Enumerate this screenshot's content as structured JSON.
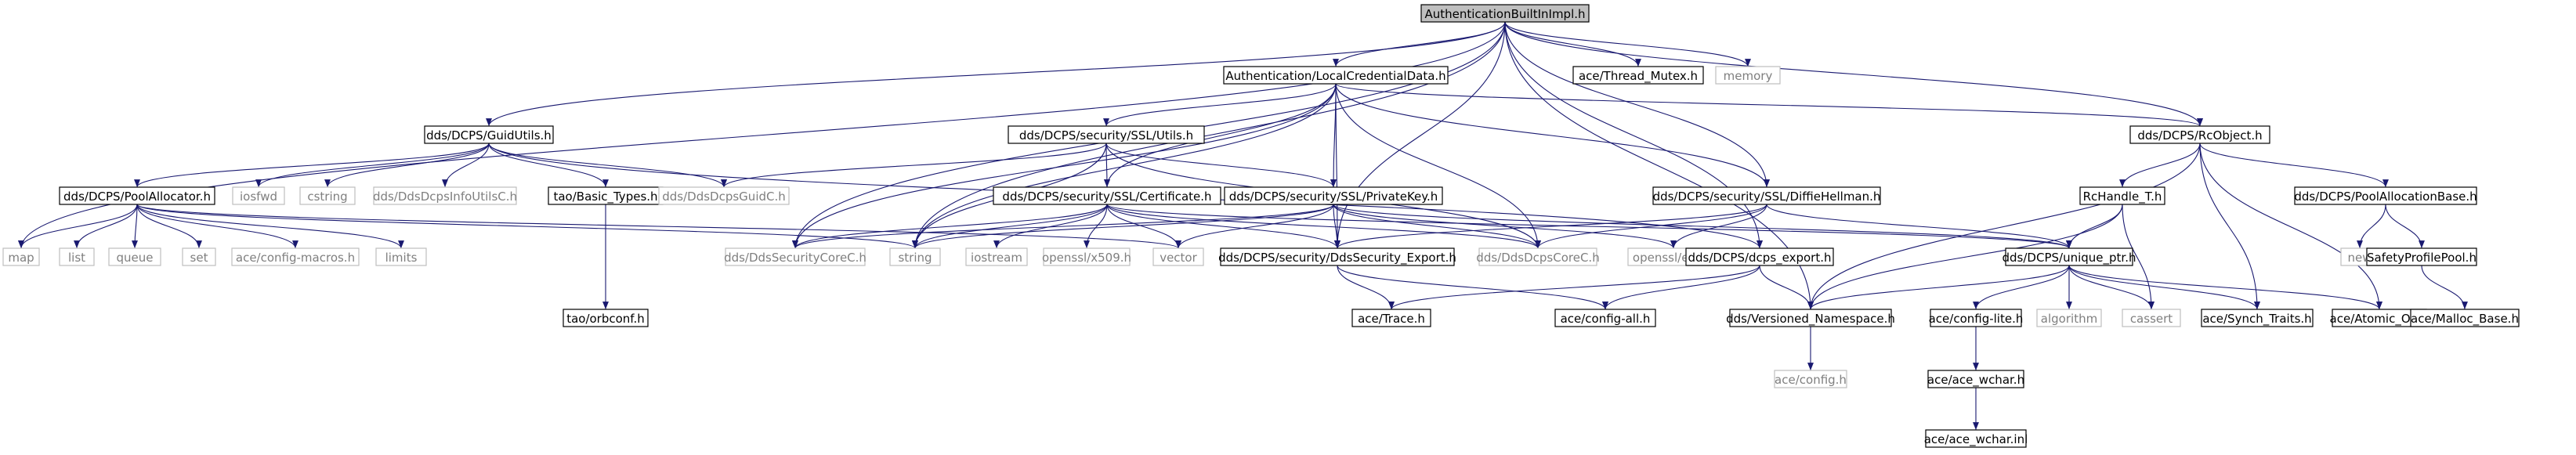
{
  "colors": {
    "edge": "#191970",
    "node_border": "#000000",
    "node_fill": "#ffffff",
    "root_fill": "#bfbfbf",
    "external_border": "#bfbfbf",
    "external_text": "#7f7f7f"
  },
  "nodes": [
    {
      "id": "root",
      "label": "AuthenticationBuiltInImpl.h",
      "kind": "root"
    },
    {
      "id": "lcd",
      "label": "Authentication/LocalCredentialData.h",
      "kind": "header"
    },
    {
      "id": "thread_mutex",
      "label": "ace/Thread_Mutex.h",
      "kind": "header"
    },
    {
      "id": "memory",
      "label": "memory",
      "kind": "external"
    },
    {
      "id": "guidutils",
      "label": "dds/DCPS/GuidUtils.h",
      "kind": "header"
    },
    {
      "id": "sslutils",
      "label": "dds/DCPS/security/SSL/Utils.h",
      "kind": "header"
    },
    {
      "id": "rcobject",
      "label": "dds/DCPS/RcObject.h",
      "kind": "header"
    },
    {
      "id": "poolalloc",
      "label": "dds/DCPS/PoolAllocator.h",
      "kind": "header"
    },
    {
      "id": "iosfwd",
      "label": "iosfwd",
      "kind": "external"
    },
    {
      "id": "cstring",
      "label": "cstring",
      "kind": "external"
    },
    {
      "id": "infoutils",
      "label": "dds/DdsDcpsInfoUtilsC.h",
      "kind": "external"
    },
    {
      "id": "basictypes",
      "label": "tao/Basic_Types.h",
      "kind": "header"
    },
    {
      "id": "certificate",
      "label": "dds/DCPS/security/SSL/Certificate.h",
      "kind": "header"
    },
    {
      "id": "privatekey",
      "label": "dds/DCPS/security/SSL/PrivateKey.h",
      "kind": "header"
    },
    {
      "id": "diffie",
      "label": "dds/DCPS/security/SSL/DiffieHellman.h",
      "kind": "header"
    },
    {
      "id": "rchandle",
      "label": "RcHandle_T.h",
      "kind": "header"
    },
    {
      "id": "poolallocbase",
      "label": "dds/DCPS/PoolAllocationBase.h",
      "kind": "header"
    },
    {
      "id": "map",
      "label": "map",
      "kind": "external"
    },
    {
      "id": "list",
      "label": "list",
      "kind": "external"
    },
    {
      "id": "queue",
      "label": "queue",
      "kind": "external"
    },
    {
      "id": "set",
      "label": "set",
      "kind": "external"
    },
    {
      "id": "configmacros",
      "label": "ace/config-macros.h",
      "kind": "external"
    },
    {
      "id": "limits",
      "label": "limits",
      "kind": "external"
    },
    {
      "id": "ddssecuritycore",
      "label": "dds/DdsSecurityCoreC.h",
      "kind": "external"
    },
    {
      "id": "string",
      "label": "string",
      "kind": "external"
    },
    {
      "id": "iostream",
      "label": "iostream",
      "kind": "external"
    },
    {
      "id": "x509",
      "label": "openssl/x509.h",
      "kind": "external"
    },
    {
      "id": "vector",
      "label": "vector",
      "kind": "external"
    },
    {
      "id": "secexport",
      "label": "dds/DCPS/security/DdsSecurity_Export.h",
      "kind": "header"
    },
    {
      "id": "dcpscore",
      "label": "dds/DdsDcpsCoreC.h",
      "kind": "external"
    },
    {
      "id": "evp",
      "label": "openssl/evp.h",
      "kind": "external"
    },
    {
      "id": "dcpsexport",
      "label": "dds/DCPS/dcps_export.h",
      "kind": "header"
    },
    {
      "id": "uniqueptr",
      "label": "dds/DCPS/unique_ptr.h",
      "kind": "header"
    },
    {
      "id": "ddsguid",
      "label": "dds/DdsDcpsGuidC.h",
      "kind": "external"
    },
    {
      "id": "orbconf",
      "label": "tao/orbconf.h",
      "kind": "header"
    },
    {
      "id": "new",
      "label": "new",
      "kind": "external"
    },
    {
      "id": "safetypool",
      "label": "SafetyProfilePool.h",
      "kind": "header"
    },
    {
      "id": "trace",
      "label": "ace/Trace.h",
      "kind": "header"
    },
    {
      "id": "configall",
      "label": "ace/config-all.h",
      "kind": "header"
    },
    {
      "id": "versioned",
      "label": "dds/Versioned_Namespace.h",
      "kind": "header"
    },
    {
      "id": "configlite",
      "label": "ace/config-lite.h",
      "kind": "header"
    },
    {
      "id": "algorithm",
      "label": "algorithm",
      "kind": "external"
    },
    {
      "id": "cassert",
      "label": "cassert",
      "kind": "external"
    },
    {
      "id": "synchtraits",
      "label": "ace/Synch_Traits.h",
      "kind": "header"
    },
    {
      "id": "atomicop",
      "label": "ace/Atomic_Op.h",
      "kind": "header"
    },
    {
      "id": "mallocbase",
      "label": "ace/Malloc_Base.h",
      "kind": "header"
    },
    {
      "id": "aceconfig",
      "label": "ace/config.h",
      "kind": "external"
    },
    {
      "id": "acewchar",
      "label": "ace/ace_wchar.h",
      "kind": "header"
    },
    {
      "id": "acewcharinl",
      "label": "ace/ace_wchar.inl",
      "kind": "header"
    }
  ],
  "edges": [
    [
      "root",
      "lcd"
    ],
    [
      "root",
      "thread_mutex"
    ],
    [
      "root",
      "memory"
    ],
    [
      "root",
      "guidutils"
    ],
    [
      "root",
      "map"
    ],
    [
      "root",
      "ddssecuritycore"
    ],
    [
      "root",
      "string"
    ],
    [
      "root",
      "secexport"
    ],
    [
      "root",
      "dcpsexport"
    ],
    [
      "root",
      "diffie"
    ],
    [
      "root",
      "versioned"
    ],
    [
      "root",
      "rcobject"
    ],
    [
      "lcd",
      "sslutils"
    ],
    [
      "lcd",
      "certificate"
    ],
    [
      "lcd",
      "privatekey"
    ],
    [
      "lcd",
      "diffie"
    ],
    [
      "lcd",
      "rcobject"
    ],
    [
      "lcd",
      "ddssecuritycore"
    ],
    [
      "lcd",
      "string"
    ],
    [
      "lcd",
      "dcpscore"
    ],
    [
      "lcd",
      "secexport"
    ],
    [
      "guidutils",
      "poolalloc"
    ],
    [
      "guidutils",
      "iosfwd"
    ],
    [
      "guidutils",
      "cstring"
    ],
    [
      "guidutils",
      "infoutils"
    ],
    [
      "guidutils",
      "basictypes"
    ],
    [
      "guidutils",
      "ddsguid"
    ],
    [
      "guidutils",
      "dcpsexport"
    ],
    [
      "sslutils",
      "certificate"
    ],
    [
      "sslutils",
      "privatekey"
    ],
    [
      "sslutils",
      "ddsguid"
    ],
    [
      "sslutils",
      "string"
    ],
    [
      "sslutils",
      "dcpscore"
    ],
    [
      "rcobject",
      "rchandle"
    ],
    [
      "rcobject",
      "poolallocbase"
    ],
    [
      "rcobject",
      "synchtraits"
    ],
    [
      "rcobject",
      "atomicop"
    ],
    [
      "rcobject",
      "versioned"
    ],
    [
      "poolalloc",
      "map"
    ],
    [
      "poolalloc",
      "list"
    ],
    [
      "poolalloc",
      "queue"
    ],
    [
      "poolalloc",
      "set"
    ],
    [
      "poolalloc",
      "configmacros"
    ],
    [
      "poolalloc",
      "limits"
    ],
    [
      "poolalloc",
      "string"
    ],
    [
      "poolalloc",
      "vector"
    ],
    [
      "basictypes",
      "orbconf"
    ],
    [
      "certificate",
      "ddssecuritycore"
    ],
    [
      "certificate",
      "string"
    ],
    [
      "certificate",
      "iostream"
    ],
    [
      "certificate",
      "x509"
    ],
    [
      "certificate",
      "vector"
    ],
    [
      "certificate",
      "secexport"
    ],
    [
      "certificate",
      "dcpscore"
    ],
    [
      "certificate",
      "uniqueptr"
    ],
    [
      "privatekey",
      "ddssecuritycore"
    ],
    [
      "privatekey",
      "string"
    ],
    [
      "privatekey",
      "vector"
    ],
    [
      "privatekey",
      "secexport"
    ],
    [
      "privatekey",
      "dcpscore"
    ],
    [
      "privatekey",
      "evp"
    ],
    [
      "privatekey",
      "uniqueptr"
    ],
    [
      "diffie",
      "secexport"
    ],
    [
      "diffie",
      "dcpscore"
    ],
    [
      "diffie",
      "evp"
    ],
    [
      "diffie",
      "uniqueptr"
    ],
    [
      "rchandle",
      "uniqueptr"
    ],
    [
      "rchandle",
      "versioned"
    ],
    [
      "rchandle",
      "cassert"
    ],
    [
      "poolallocbase",
      "new"
    ],
    [
      "poolallocbase",
      "safetypool"
    ],
    [
      "secexport",
      "trace"
    ],
    [
      "secexport",
      "configall"
    ],
    [
      "dcpsexport",
      "trace"
    ],
    [
      "dcpsexport",
      "configall"
    ],
    [
      "dcpsexport",
      "versioned"
    ],
    [
      "uniqueptr",
      "versioned"
    ],
    [
      "uniqueptr",
      "configlite"
    ],
    [
      "uniqueptr",
      "algorithm"
    ],
    [
      "uniqueptr",
      "cassert"
    ],
    [
      "uniqueptr",
      "synchtraits"
    ],
    [
      "uniqueptr",
      "atomicop"
    ],
    [
      "safetypool",
      "mallocbase"
    ],
    [
      "versioned",
      "aceconfig"
    ],
    [
      "configlite",
      "acewchar"
    ],
    [
      "acewchar",
      "acewcharinl"
    ]
  ]
}
